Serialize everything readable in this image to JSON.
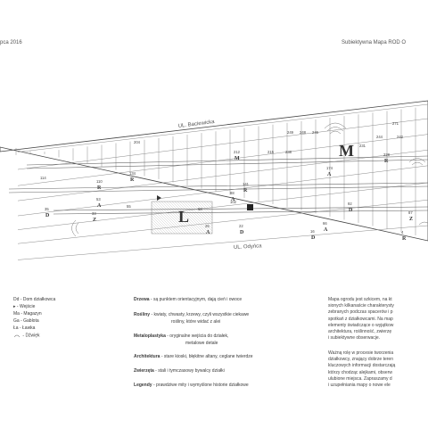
{
  "header": {
    "left_fragment": "pca 2016",
    "right_fragment": "Subiektywna Mapa ROD O"
  },
  "streets": {
    "top": "UL. Baciewicka",
    "bottom": "UL. Odyńca"
  },
  "map": {
    "big_letters": [
      {
        "id": "M",
        "text": "M"
      },
      {
        "id": "L",
        "text": "L"
      }
    ],
    "plots": [
      {
        "id": "p271",
        "num": "271",
        "letter": ""
      },
      {
        "id": "p249",
        "num": "249",
        "letter": ""
      },
      {
        "id": "p248",
        "num": "248",
        "letter": ""
      },
      {
        "id": "p246",
        "num": "246",
        "letter": ""
      },
      {
        "id": "p244",
        "num": "244",
        "letter": ""
      },
      {
        "id": "p242",
        "num": "242",
        "letter": ""
      },
      {
        "id": "p204",
        "num": "204",
        "letter": ""
      },
      {
        "id": "p212",
        "num": "212",
        "letter": "M"
      },
      {
        "id": "p215",
        "num": "215",
        "letter": ""
      },
      {
        "id": "p238",
        "num": "238",
        "letter": ""
      },
      {
        "id": "p231",
        "num": "231",
        "letter": ""
      },
      {
        "id": "p228",
        "num": "228",
        "letter": "R"
      },
      {
        "id": "p174",
        "num": "174",
        "letter": "A"
      },
      {
        "id": "p114",
        "num": "114",
        "letter": ""
      },
      {
        "id": "p110",
        "num": "110",
        "letter": "R"
      },
      {
        "id": "p134",
        "num": "134",
        "letter": "R"
      },
      {
        "id": "p141",
        "num": "141",
        "letter": "R"
      },
      {
        "id": "p88",
        "num": "88",
        "letter": "A"
      },
      {
        "id": "p53",
        "num": "53",
        "letter": "A"
      },
      {
        "id": "p35",
        "num": "35",
        "letter": "D"
      },
      {
        "id": "p33",
        "num": "33",
        "letter": "Z"
      },
      {
        "id": "p55",
        "num": "55",
        "letter": ""
      },
      {
        "id": "p58",
        "num": "58",
        "letter": ""
      },
      {
        "id": "p102",
        "num": "102",
        "letter": ""
      },
      {
        "id": "p25",
        "num": "25",
        "letter": "A"
      },
      {
        "id": "p22",
        "num": "22",
        "letter": "D"
      },
      {
        "id": "p16",
        "num": "16",
        "letter": "D"
      },
      {
        "id": "p66",
        "num": "66",
        "letter": "A"
      },
      {
        "id": "p92",
        "num": "92",
        "letter": "D"
      },
      {
        "id": "p87",
        "num": "87",
        "letter": "Z"
      },
      {
        "id": "p4",
        "num": "4",
        "letter": "R"
      }
    ]
  },
  "legend": {
    "symbols": [
      {
        "code": "Dd",
        "label": "- Dom działkowca"
      },
      {
        "code": "▸",
        "label": "- Wejście"
      },
      {
        "code": "Ma",
        "label": "- Magazyn"
      },
      {
        "code": "Ga",
        "label": "- Gablota"
      },
      {
        "code": "Ła",
        "label": "- Ławka"
      },
      {
        "code": "",
        "label": "- Dźwięk"
      }
    ],
    "categories": [
      {
        "letter": "D",
        "rest": "rzewa",
        "text": " - są punktem orientacyjnym, dają cień i owoce"
      },
      {
        "letter": "R",
        "rest": "ośliny",
        "text": " - kwiaty, chwasty, krzewy, czyli wszystkie ciekawe",
        "text2": "rośliny, które widać z alei"
      },
      {
        "letter": "M",
        "rest": "etaloplastyka",
        "text": " - oryginalne wejścia do działek,",
        "text2": "metalowe detale"
      },
      {
        "letter": "A",
        "rest": "rchitektura",
        "text": " - stare kioski, błękitne altany, ceglane twierdze"
      },
      {
        "letter": "Z",
        "rest": "wierzęta",
        "text": " - stali i tymczasowy bywalcy działki"
      },
      {
        "letter": "L",
        "rest": "egendy",
        "text": " - prawdziwe mity i wymyślone historie działkowe"
      }
    ]
  },
  "description": {
    "para1": [
      "Mapa ogrodu jest szkicem, na kt",
      "sionych kilkanaście charakterysty",
      "zebranych podczas spacerów i p",
      "spotkań z działkowcami. Na map",
      "elementy świadczące o wyjątkow",
      "architektura, roślinność, zwierzę",
      "i subiektywne obserwacje."
    ],
    "para2": [
      "Ważną rolę w procesie tworzenia",
      "działkowcy, znający dobrze teren",
      "kluczowych informacji dostarczają",
      "którzy chodząc alejkami, obserw",
      "ulubione miejsca. Zapraszamy d",
      "i uzupełniania mapy o nowe ele"
    ]
  }
}
